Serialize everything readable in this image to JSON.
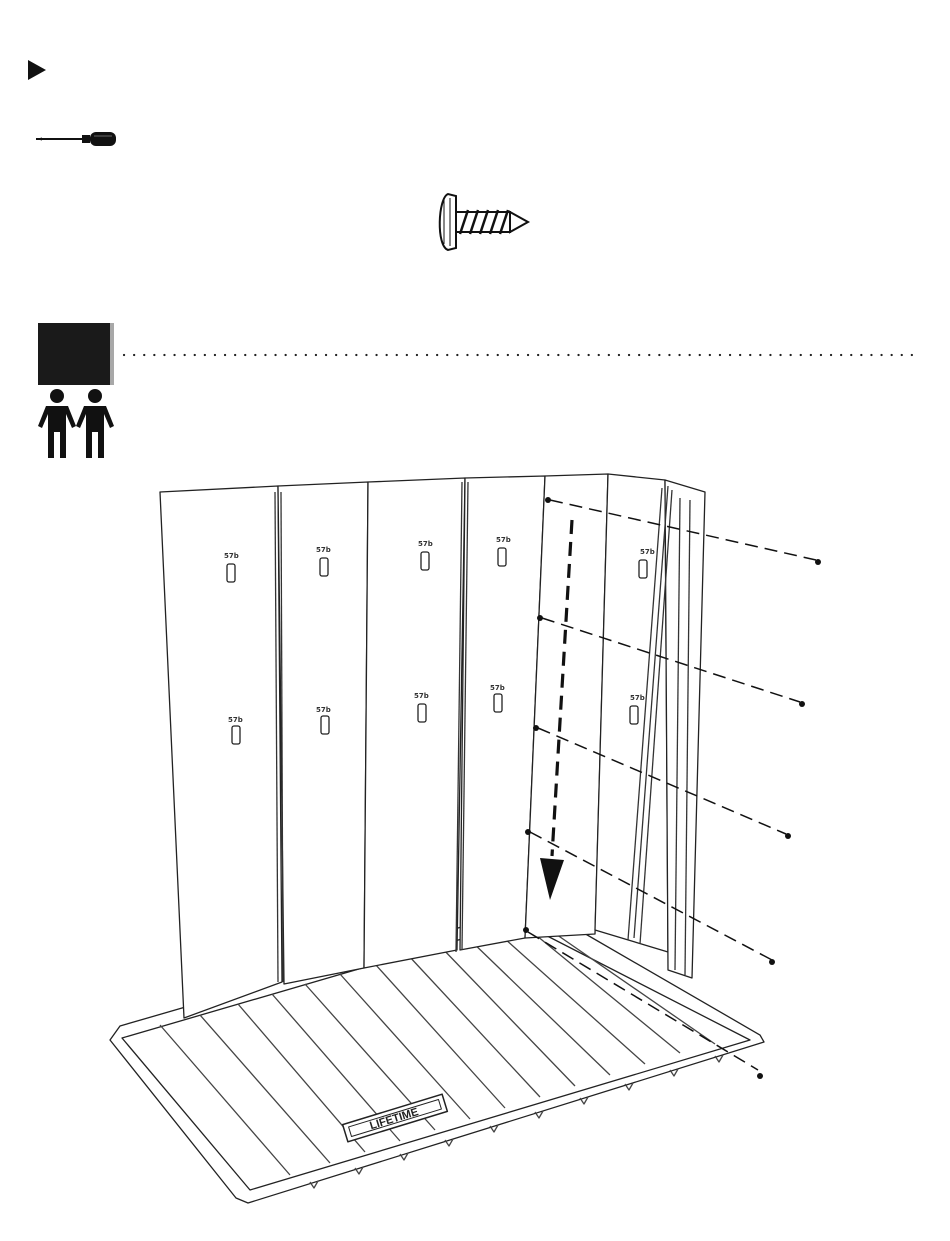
{
  "step": {
    "number": ""
  },
  "tools": [
    {
      "name": "screwdriver",
      "icon": "screwdriver-icon"
    },
    {
      "name": "screw",
      "icon": "screw-icon"
    }
  ],
  "workers": {
    "count": 2,
    "icon": "person-icon"
  },
  "wall_labels": [
    "57b",
    "57b",
    "57b",
    "57b",
    "57b",
    "57b",
    "57b",
    "57b",
    "57b",
    "57b"
  ],
  "floor_brand": "LIFETIME",
  "colors": {
    "ink": "#1a1a1a",
    "step_block": "#1a1a1a",
    "step_edge": "#a8a8a8"
  }
}
